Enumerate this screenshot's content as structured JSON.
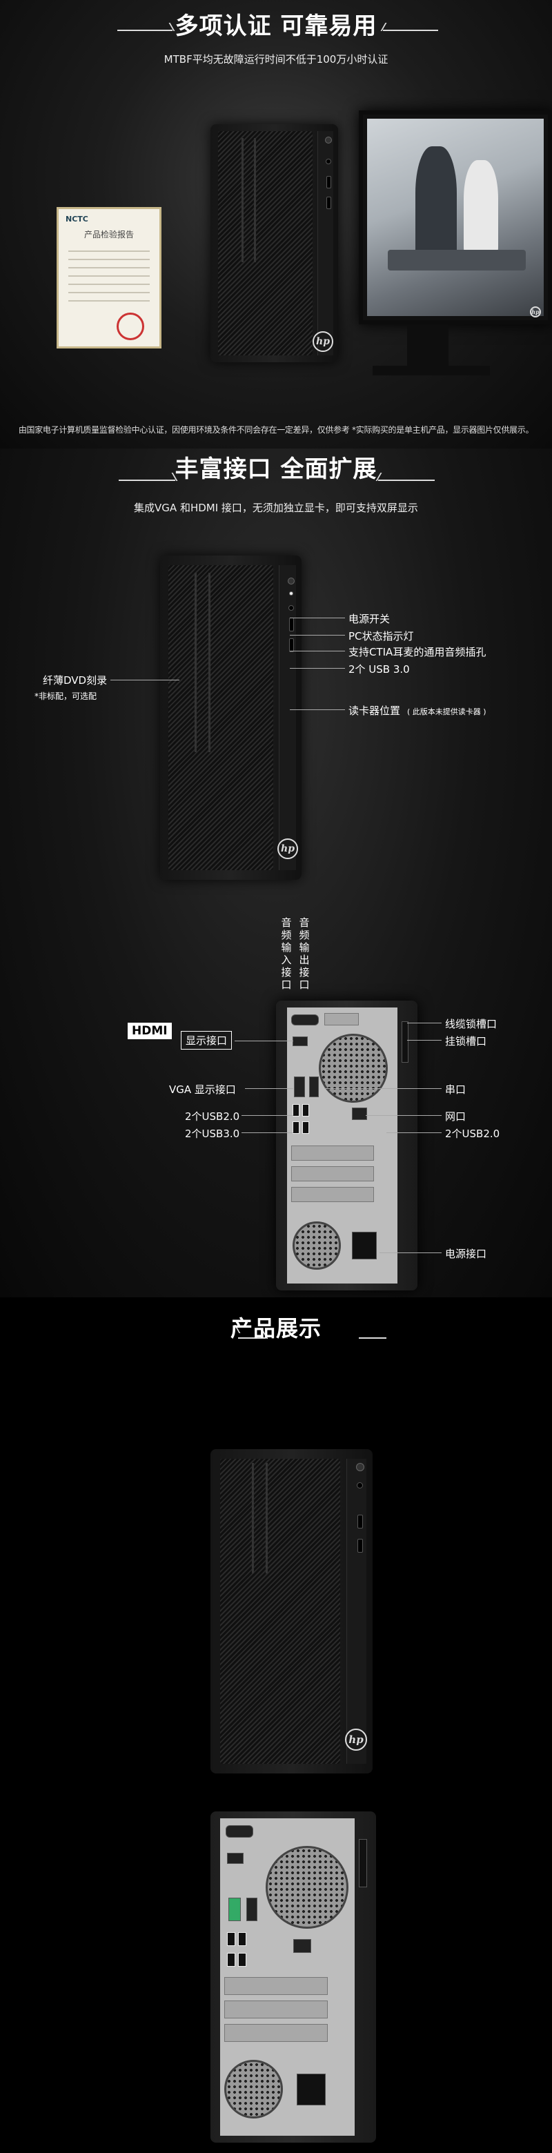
{
  "reliability": {
    "heading": "多项认证 可靠易用",
    "subtitle": "MTBF平均无故障运行时间不低于100万小时认证",
    "footnote": "由国家电子计算机质量监督检验中心认证，因使用环境及条件不同会存在一定差异，仅供参考  *实际购买的是单主机产品，显示器图片仅供展示。",
    "certificate": {
      "logo": "NCTC",
      "title": "产品检验报告"
    }
  },
  "interfaces": {
    "heading": "丰富接口 全面扩展",
    "subtitle": "集成VGA 和HDMI 接口，无须加独立显卡，即可支持双屏显示",
    "front_labels": {
      "odd": "纤薄DVD刻录",
      "odd_note": "*非标配，可选配",
      "power": "电源开关",
      "led": "PC状态指示灯",
      "audio": "支持CTIA耳麦的通用音频插孔",
      "usb3": "2个 USB 3.0",
      "card_reader": "读卡器位置",
      "card_reader_note": "( 此版本未提供读卡器 )"
    },
    "rear_labels": {
      "audio_in": "音频输入接口",
      "audio_out": "音频输出接口",
      "hdmi": "HDMI",
      "display": "显示接口",
      "cable_lock": "线缆锁槽口",
      "padlock": "挂锁槽口",
      "vga": "VGA 显示接口",
      "serial": "串口",
      "usb2_left": "2个USB2.0",
      "lan": "网口",
      "usb3_left": "2个USB3.0",
      "usb2_right": "2个USB2.0",
      "power": "电源接口"
    }
  },
  "showcase": {
    "heading": "产品展示"
  },
  "brand": {
    "logo": "hp"
  }
}
